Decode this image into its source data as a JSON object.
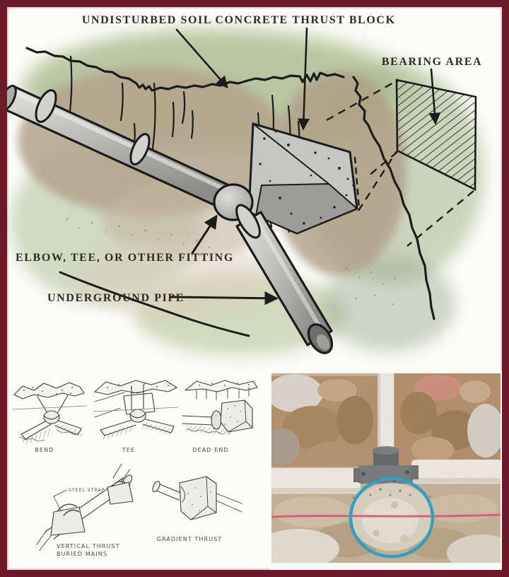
{
  "frame": {
    "border_color": "#6c1a2a",
    "background_color": "#fcfcf9"
  },
  "main_illustration": {
    "labels": {
      "undisturbed_soil": "UNDISTURBED SOIL",
      "concrete_thrust_block": "CONCRETE THRUST BLOCK",
      "bearing_area": "BEARING AREA",
      "elbow_fitting": "ELBOW, TEE, OR OTHER FITTING",
      "underground_pipe": "UNDERGROUND PIPE"
    },
    "colors": {
      "ink": "#1c1c1c",
      "label_text": "#2f2b24",
      "grass_wash": "#a6b78c",
      "soil_wash": "#b3a48c",
      "pipe_gray": "#c9c9c7",
      "concrete_gray": "#bcbcba"
    }
  },
  "sketch_panel": {
    "labels": {
      "bend": "BEND",
      "tee": "TEE",
      "dead_end": "DEAD END",
      "steel_strap": "STEEL STRAP",
      "vertical_thrust_line1": "VERTICAL THRUST",
      "vertical_thrust_line2": "BURIED MAINS",
      "gradient_thrust": "GRADIENT THRUST"
    },
    "ink_color": "#3c3c3c"
  },
  "photo": {
    "annotation_circle_color": "#23a2cd",
    "string_line_color": "#e0517a",
    "soil_dark": "#b3906c",
    "soil_light": "#c6b399",
    "pipe_white": "#f2efe8"
  }
}
